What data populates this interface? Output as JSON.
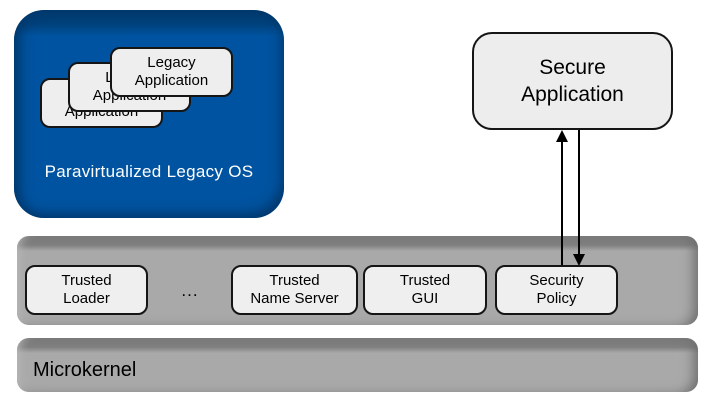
{
  "diagram": {
    "legacy_os": {
      "label": "Paravirtualized Legacy OS",
      "apps": [
        {
          "label": "Legacy\nApplication"
        },
        {
          "label": "Legacy\nApplication"
        },
        {
          "label": "Legacy\nApplication"
        }
      ]
    },
    "secure_application": {
      "label": "Secure\nApplication"
    },
    "services_bar": {
      "separator": "...",
      "items": [
        {
          "id": "trusted-loader",
          "label": "Trusted\nLoader"
        },
        {
          "id": "trusted-name-server",
          "label": "Trusted\nName Server"
        },
        {
          "id": "trusted-gui",
          "label": "Trusted\nGUI"
        },
        {
          "id": "security-policy",
          "label": "Security\nPolicy"
        }
      ]
    },
    "microkernel": {
      "label": "Microkernel"
    },
    "connections": [
      {
        "from": "security-policy",
        "to": "secure-application",
        "direction": "up"
      },
      {
        "from": "secure-application",
        "to": "security-policy",
        "direction": "down"
      }
    ],
    "colors": {
      "legacy_os_face": "#0053a0",
      "legacy_os_edge": "#00386b",
      "legacy_os_text": "#ffffff",
      "bar_face": "#a9a9a9",
      "bar_edge": "#7b7b7b",
      "box_fill": "#eeeeee",
      "box_border": "#151515",
      "arrow": "#000000",
      "background": "#ffffff"
    }
  }
}
